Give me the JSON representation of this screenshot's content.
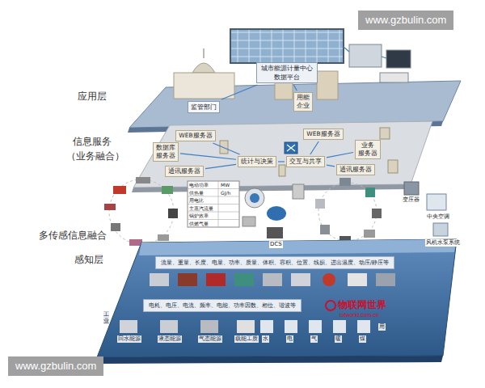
{
  "diagram": {
    "nodes": [
      {
        "text": [
          "城市能源计量中心 数据平台"
        ]
      },
      {
        "text": [
          "监管部门"
        ]
      },
      {
        "text": [
          "用能 企业"
        ]
      },
      {
        "text": [
          "WEB服务器"
        ]
      },
      {
        "text": [
          "数据库 服务器"
        ]
      },
      {
        "text": [
          "通讯服务器"
        ]
      },
      {
        "text": [
          "统计与决策"
        ]
      },
      {
        "text": [
          "交互与共享"
        ]
      },
      {
        "text": [
          "WEB服务器"
        ]
      },
      {
        "text": [
          "业务 服务器"
        ]
      },
      {
        "text": [
          "通讯服务器"
        ]
      },
      {
        "text": [
          "流量、重量、长度、电量、功率、质量、体积、容积、位置、线损、进出温度、动压/静压等"
        ]
      },
      {
        "text": [
          "电耗、电压、电流、频率、电能、功率因数、相位、谐波等"
        ]
      }
    ],
    "edges": [
      {
        "from": 0,
        "to": 1,
        "arrow": "none"
      },
      {
        "from": 0,
        "to": 2,
        "arrow": "none"
      },
      {
        "from": 3,
        "to": 6,
        "arrow": "none"
      },
      {
        "from": 4,
        "to": 6,
        "arrow": "none"
      },
      {
        "from": 5,
        "to": 6,
        "arrow": "none"
      },
      {
        "from": 6,
        "to": 7,
        "arrow": "none"
      },
      {
        "from": 7,
        "to": 8,
        "arrow": "none"
      },
      {
        "from": 7,
        "to": 9,
        "arrow": "none"
      },
      {
        "from": 7,
        "to": 10,
        "arrow": "none"
      }
    ],
    "labels": [
      "www.gzbulin.com",
      "www.gzbulin.com",
      "应用层",
      "信息服务",
      "（业务融合）",
      "多传感信息融合",
      "感知层",
      "电动功率",
      "MW",
      "供热量",
      "GJ/h",
      "用电比",
      "主蒸汽流量",
      "锅炉效率",
      "供燃气量",
      "DCS",
      "回水能源",
      "液态能源",
      "气态能源",
      "载能工质",
      "水",
      "电",
      "气",
      "暖",
      "煤",
      "工业",
      "用",
      "物联网世界",
      "iotworld.com.cn",
      "变压器",
      "中央空调",
      "风机水泵系统"
    ]
  }
}
